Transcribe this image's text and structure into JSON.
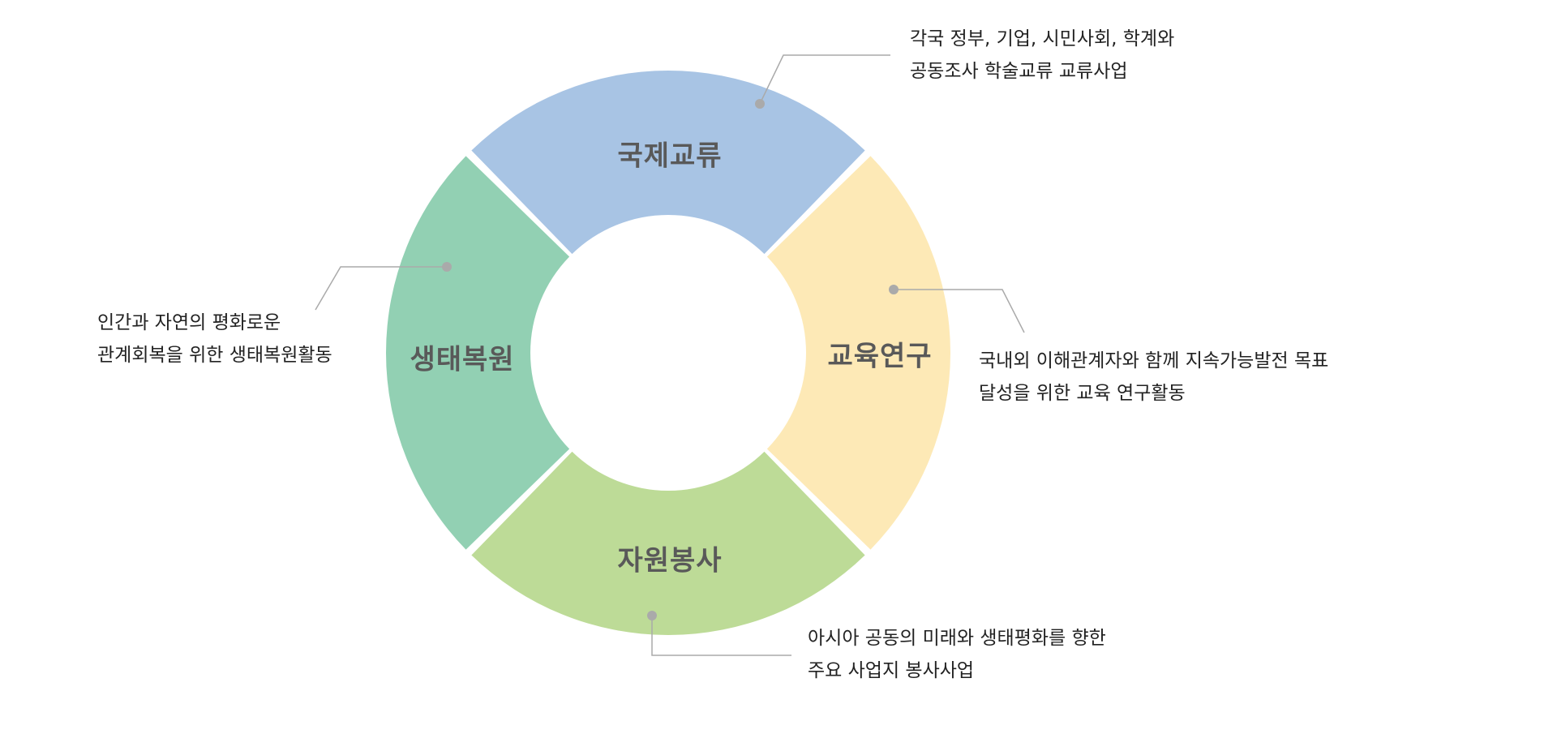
{
  "segments": [
    {
      "id": "international",
      "label": "국제교류",
      "color": "#a8c4e4",
      "description": [
        "각국 정부, 기업, 시민사회, 학계와",
        "공동조사 학술교류 교류사업"
      ]
    },
    {
      "id": "education",
      "label": "교육연구",
      "color": "#fde9b6",
      "description": [
        "국내외 이해관계자와 함께 지속가능발전 목표",
        "달성을 위한 교육 연구활동"
      ]
    },
    {
      "id": "volunteer",
      "label": "자원봉사",
      "color": "#bddb97",
      "description": [
        "아시아 공동의 미래와 생태평화를 향한",
        "주요 사업지 봉사사업"
      ]
    },
    {
      "id": "ecology",
      "label": "생태복원",
      "color": "#92d0b3",
      "description": [
        "인간과 자연의 평화로운",
        "관계회복을 위한 생태복원활동"
      ]
    }
  ],
  "leader_color": "#aaaaaa"
}
